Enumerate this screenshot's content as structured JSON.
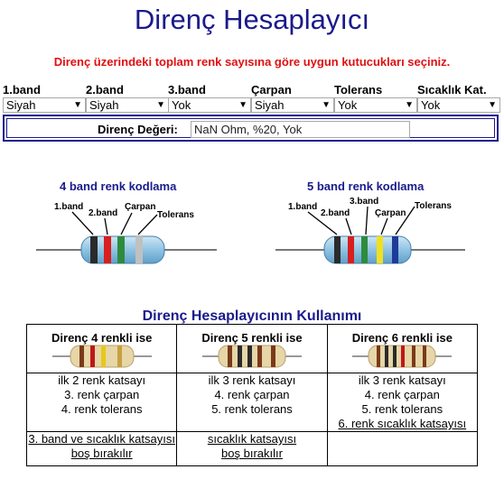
{
  "page": {
    "title": "Direnç Hesaplayıcı",
    "instruction": "Direnç üzerindeki toplam renk sayısına göre uygun kutucukları seçiniz."
  },
  "bands": [
    {
      "label": "1.band",
      "value": "Siyah"
    },
    {
      "label": "2.band",
      "value": "Siyah"
    },
    {
      "label": "3.band",
      "value": "Yok"
    },
    {
      "label": "Çarpan",
      "value": "Siyah"
    },
    {
      "label": "Tolerans",
      "value": "Yok"
    },
    {
      "label": "Sıcaklık Kat.",
      "value": "Yok"
    }
  ],
  "result": {
    "label": "Direnç Değeri:",
    "value": "NaN Ohm, %20, Yok"
  },
  "diagrams": {
    "four_band": {
      "title": "4 band renk kodlama",
      "labels": [
        "1.band",
        "2.band",
        "Çarpan",
        "Tolerans"
      ],
      "stripe_colors": [
        "#2a2a2a",
        "#d81e1e",
        "#2e8b3e",
        "#c0c0c0"
      ]
    },
    "five_band": {
      "title": "5 band renk kodlama",
      "labels": [
        "1.band",
        "2.band",
        "3.band",
        "Çarpan",
        "Tolerans"
      ],
      "stripe_colors": [
        "#2a2a2a",
        "#d81e1e",
        "#2e8b3e",
        "#f0e020",
        "#1e3a9a"
      ]
    }
  },
  "usage": {
    "title": "Direnç Hesaplayıcının Kullanımı",
    "columns": [
      {
        "heading": "Direnç 4 renkli ise",
        "rules": [
          "ilk 2 renk katsayı",
          "3. renk çarpan",
          "4. renk tolerans"
        ],
        "note_line1": "3. band ve sıcaklık katsayısı",
        "note_line2": "boş bırakılır",
        "stripe_colors": [
          "#7a3a1a",
          "#c01818",
          "#e8c818",
          "#c8a040"
        ]
      },
      {
        "heading": "Direnç 5 renkli ise",
        "rules": [
          "ilk 3 renk katsayı",
          "4. renk çarpan",
          "5. renk tolerans"
        ],
        "note_line1": "sıcaklık katsayısı",
        "note_line2": "boş bırakılır",
        "stripe_colors": [
          "#7a3a1a",
          "#2a2a2a",
          "#2a2a2a",
          "#7a3a1a",
          "#7a3a1a"
        ]
      },
      {
        "heading": "Direnç 6 renkli ise",
        "rules": [
          "ilk 3 renk katsayı",
          "4. renk çarpan",
          "5. renk tolerans",
          "6. renk sıcaklık katsayısı"
        ],
        "stripe_colors": [
          "#7a3a1a",
          "#2a2a2a",
          "#2a2a2a",
          "#c01818",
          "#7a3a1a",
          "#7a3a1a"
        ]
      }
    ]
  }
}
